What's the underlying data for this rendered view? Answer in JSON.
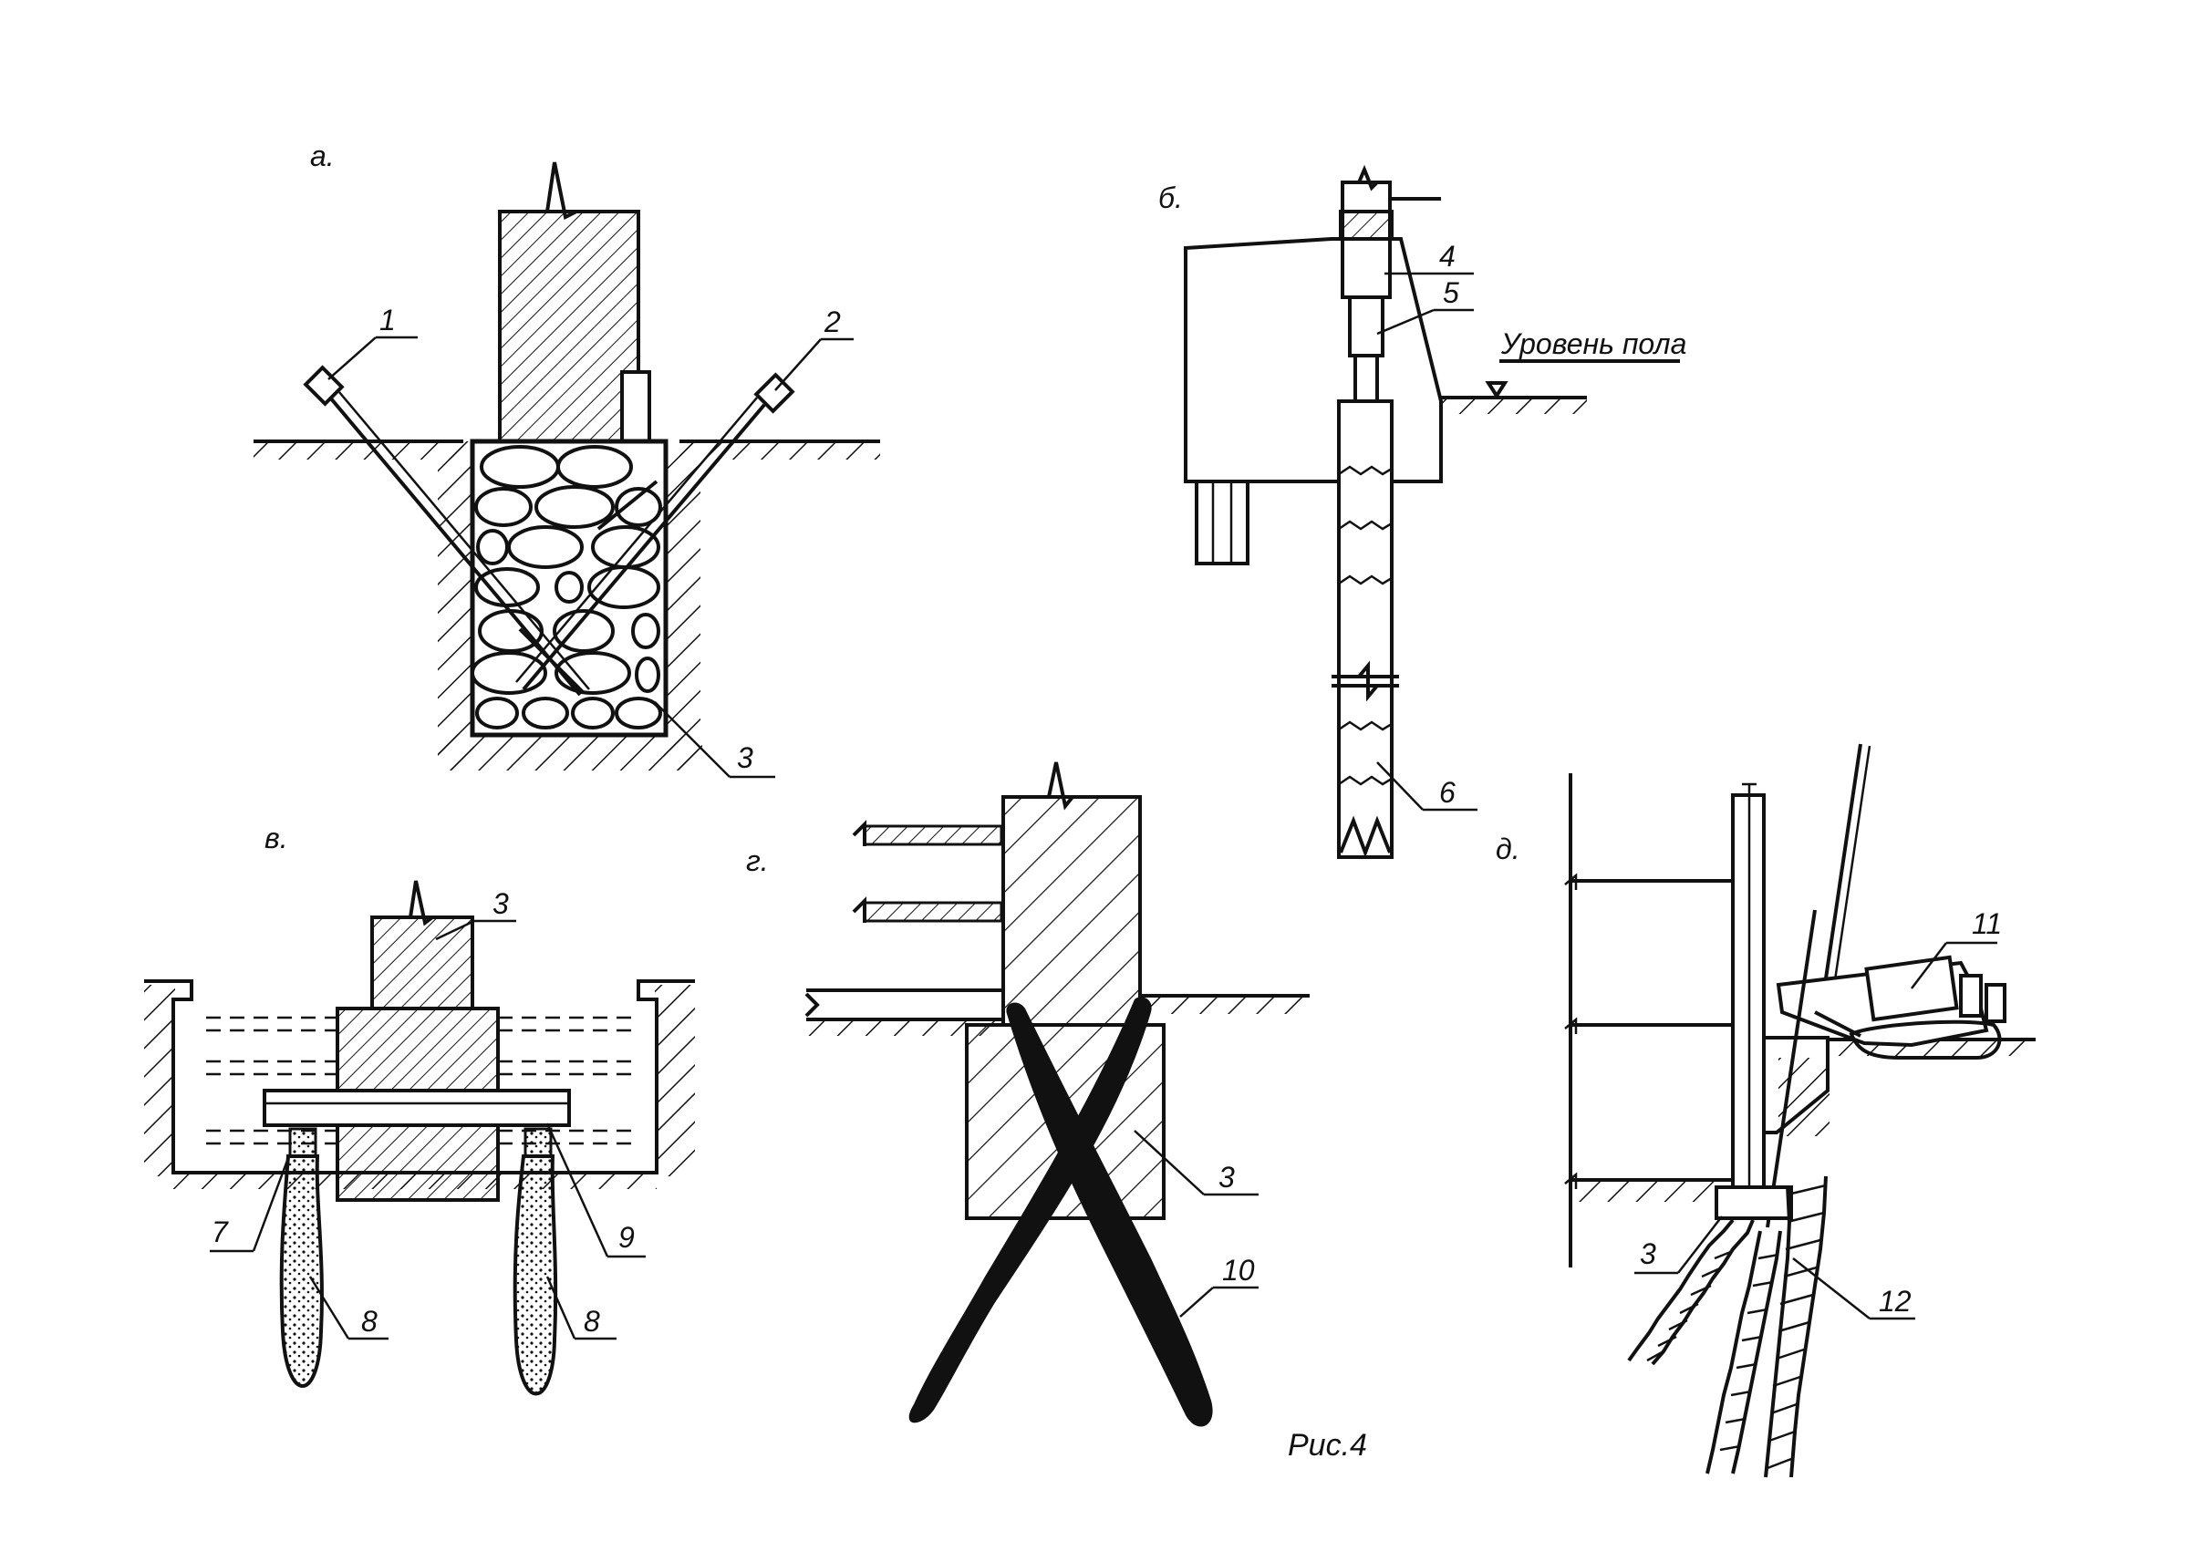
{
  "panels": {
    "a": {
      "letter": "а.",
      "callouts": [
        "1",
        "2",
        "3"
      ]
    },
    "b": {
      "letter": "б.",
      "callouts": [
        "4",
        "5",
        "6"
      ],
      "floor_label": "Уровень пола"
    },
    "v": {
      "letter": "в.",
      "callouts": [
        "3",
        "7",
        "8",
        "8",
        "9"
      ]
    },
    "g": {
      "letter": "г.",
      "callouts": [
        "3",
        "10"
      ]
    },
    "d": {
      "letter": "д.",
      "callouts": [
        "11",
        "3",
        "12"
      ]
    }
  },
  "caption": "Рис.4"
}
